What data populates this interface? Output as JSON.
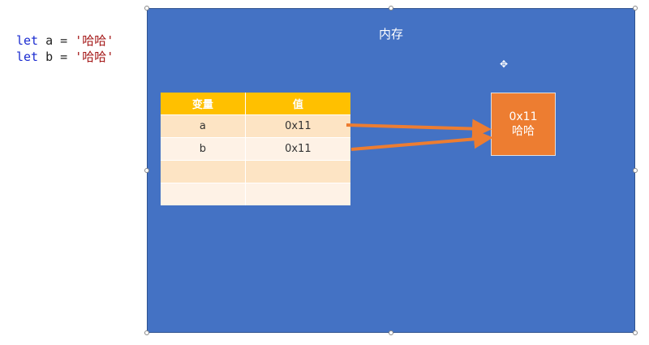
{
  "code": {
    "lines": [
      {
        "keyword": "let",
        "rest": " a = ",
        "string": "'哈哈'"
      },
      {
        "keyword": "let",
        "rest": " b = ",
        "string": "'哈哈'"
      }
    ]
  },
  "memory": {
    "title": "内存",
    "table": {
      "headers": [
        "变量",
        "值"
      ],
      "rows": [
        {
          "var": "a",
          "value": "0x11"
        },
        {
          "var": "b",
          "value": "0x11"
        },
        {
          "var": "",
          "value": ""
        },
        {
          "var": "",
          "value": ""
        }
      ]
    },
    "value_box": {
      "address": "0x11",
      "content": "哈哈"
    }
  },
  "colors": {
    "panel": "#4472c4",
    "table_header": "#ffc000",
    "row_odd": "#fde4c4",
    "row_even": "#fef2e6",
    "value_box": "#ed7d31",
    "arrow": "#ed7d31"
  }
}
